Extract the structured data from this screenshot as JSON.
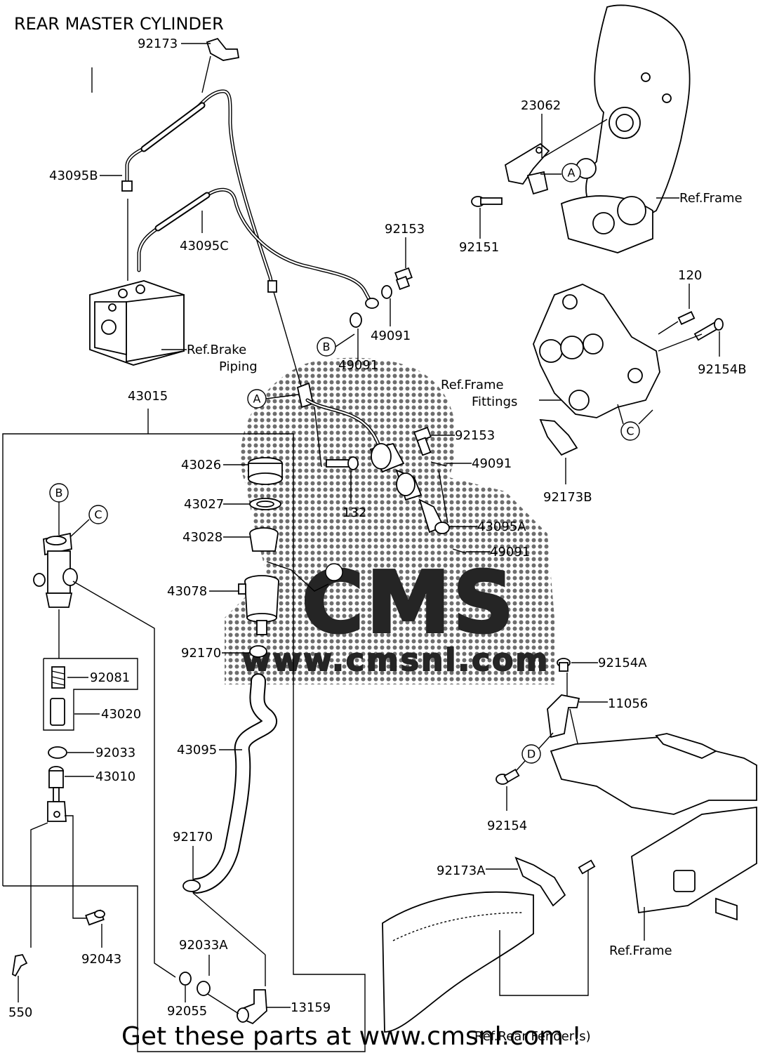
{
  "title": "REAR MASTER CYLINDER",
  "banner": "Get these parts at www.cmsnl.com !",
  "watermark": {
    "brand": "CMS",
    "url": "www.cmsnl.com"
  },
  "colors": {
    "banner": "#e30613",
    "line": "#000000",
    "watermark_dots": "#555555"
  },
  "part_labels": {
    "p92173": "92173",
    "p43095B": "43095B",
    "p43095C": "43095C",
    "p23062": "23062",
    "p92151": "92151",
    "p92153a": "92153",
    "p49091a": "49091",
    "p49091b": "49091",
    "p120": "120",
    "p92154B": "92154B",
    "p92173B": "92173B",
    "p43015": "43015",
    "p43026": "43026",
    "p43027": "43027",
    "p43028": "43028",
    "p43078": "43078",
    "p92170a": "92170",
    "p132": "132",
    "p92153b": "92153",
    "p49091c": "49091",
    "p43095A": "43095A",
    "p49091d": "49091",
    "p92081": "92081",
    "p43020": "43020",
    "p92033": "92033",
    "p43010": "43010",
    "p43095": "43095",
    "p92154A": "92154A",
    "p11056": "11056",
    "p92154": "92154",
    "p92170b": "92170",
    "p92043": "92043",
    "p550": "550",
    "p92033A": "92033A",
    "p13159": "13159",
    "p92055": "92055",
    "p92173A": "92173A"
  },
  "ref_labels": {
    "frame_top": "Ref.Frame",
    "brake_line1": "Ref.Brake",
    "brake_line2": "Piping",
    "fittings_line1": "Ref.Frame",
    "fittings_line2": "Fittings",
    "frame_bottom": "Ref.Frame",
    "fender": "Ref.Rear Fender(s)"
  },
  "markers": {
    "a_top": "A",
    "a_mid": "A",
    "b_top": "B",
    "b_left": "B",
    "c_left": "C",
    "c_right": "C",
    "d": "D"
  }
}
